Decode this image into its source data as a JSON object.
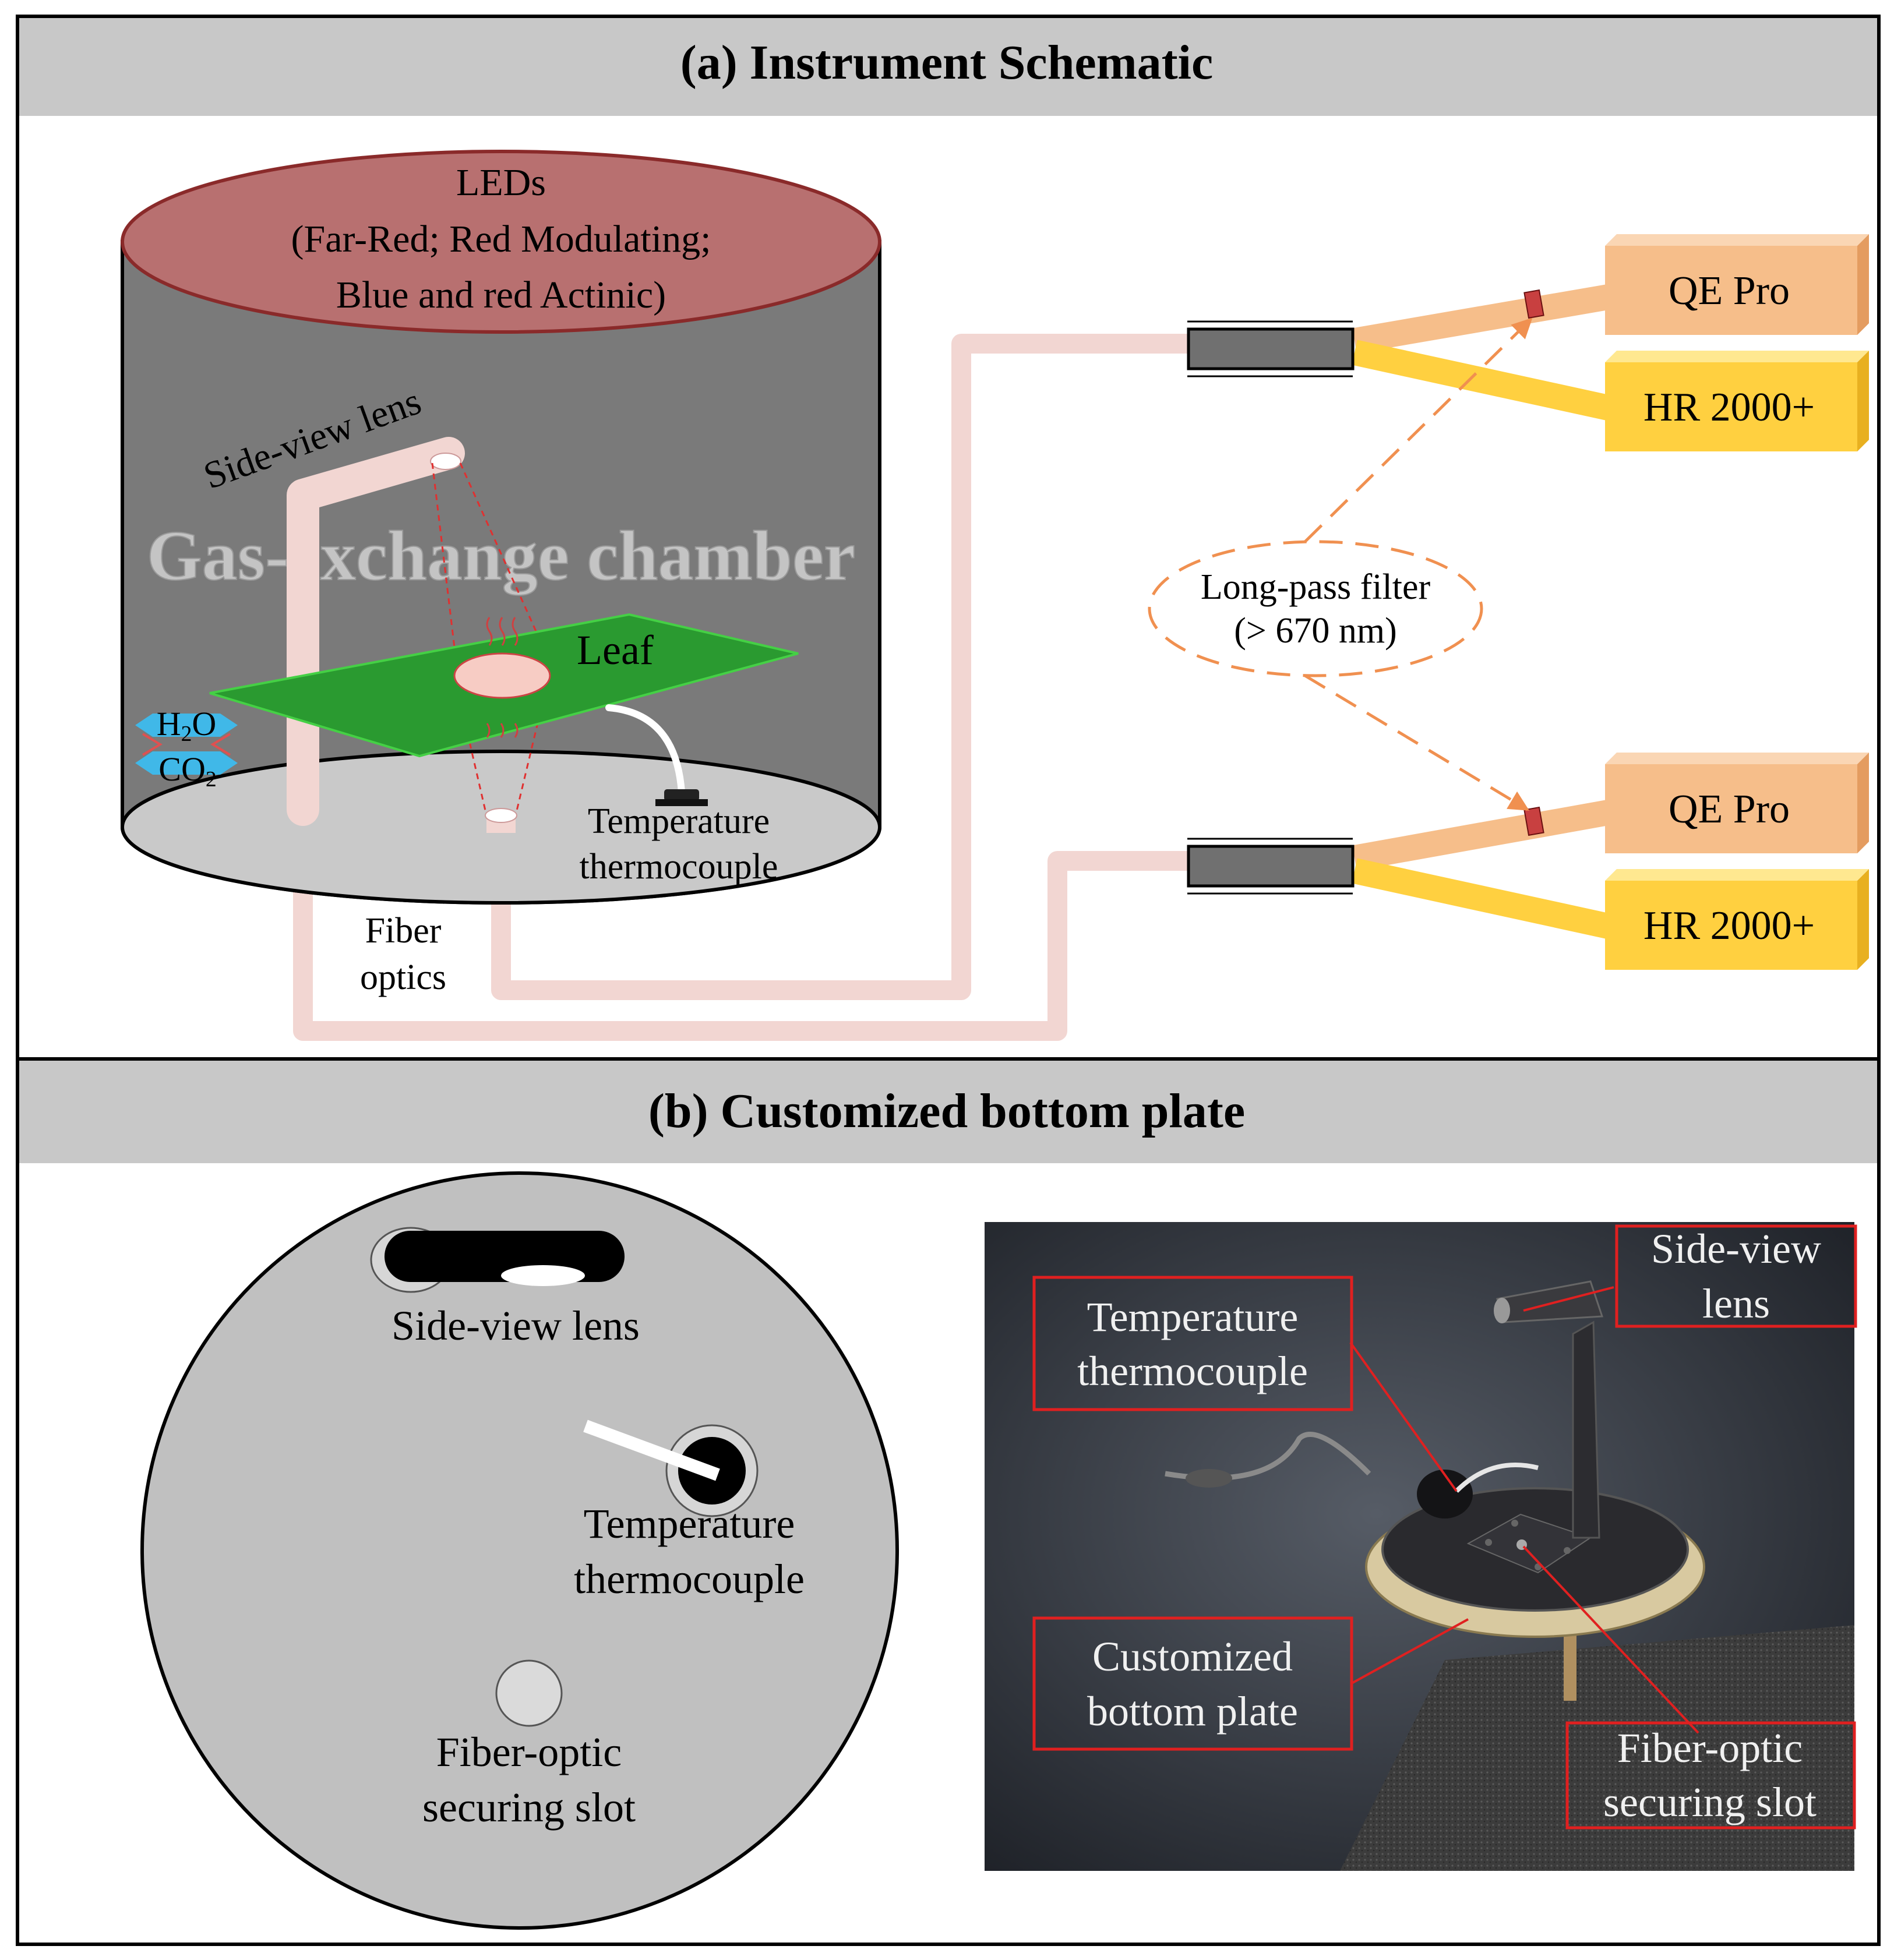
{
  "panel_a": {
    "title": "(a) Instrument Schematic",
    "leds": {
      "line1": "LEDs",
      "line2": "(Far-Red; Red Modulating;",
      "line3": "Blue and red Actinic)"
    },
    "chamber_label": "Gas-exchange chamber",
    "side_view_lens": "Side-view lens",
    "leaf": "Leaf",
    "gas": {
      "h2o_main": "H",
      "h2o_sub": "2",
      "h2o_end": "O",
      "co2_main": "CO",
      "co2_sub": "2"
    },
    "thermocouple": {
      "line1": "Temperature",
      "line2": "thermocouple"
    },
    "fiber_optics": {
      "line1": "Fiber",
      "line2": "optics"
    },
    "filter": {
      "line1": "Long-pass filter",
      "line2": "(> 670 nm)"
    },
    "spectrometers": {
      "qe_top": "QE Pro",
      "hr_top": "HR 2000+",
      "qe_bottom": "QE Pro",
      "hr_bottom": "HR 2000+"
    },
    "colors": {
      "header": "#c8c8c8",
      "chamber": "#7a7a7a",
      "leds": "#b87070",
      "leaf": "#2a9a30",
      "fiber": "#f2d6d2",
      "qe": "#f6be8a",
      "hr": "#ffd040",
      "filter": "#f0a060"
    }
  },
  "panel_b": {
    "title": "(b) Customized bottom plate",
    "side_view_lens": "Side-view lens",
    "thermocouple": {
      "line1": "Temperature",
      "line2": "thermocouple"
    },
    "slot": {
      "line1": "Fiber-optic",
      "line2": "securing slot"
    },
    "photo_labels": {
      "side_view": {
        "line1": "Side-view",
        "line2": "lens"
      },
      "thermocouple": {
        "line1": "Temperature",
        "line2": "thermocouple"
      },
      "plate": {
        "line1": "Customized",
        "line2": "bottom plate"
      },
      "slot": {
        "line1": "Fiber-optic",
        "line2": "securing slot"
      }
    }
  }
}
